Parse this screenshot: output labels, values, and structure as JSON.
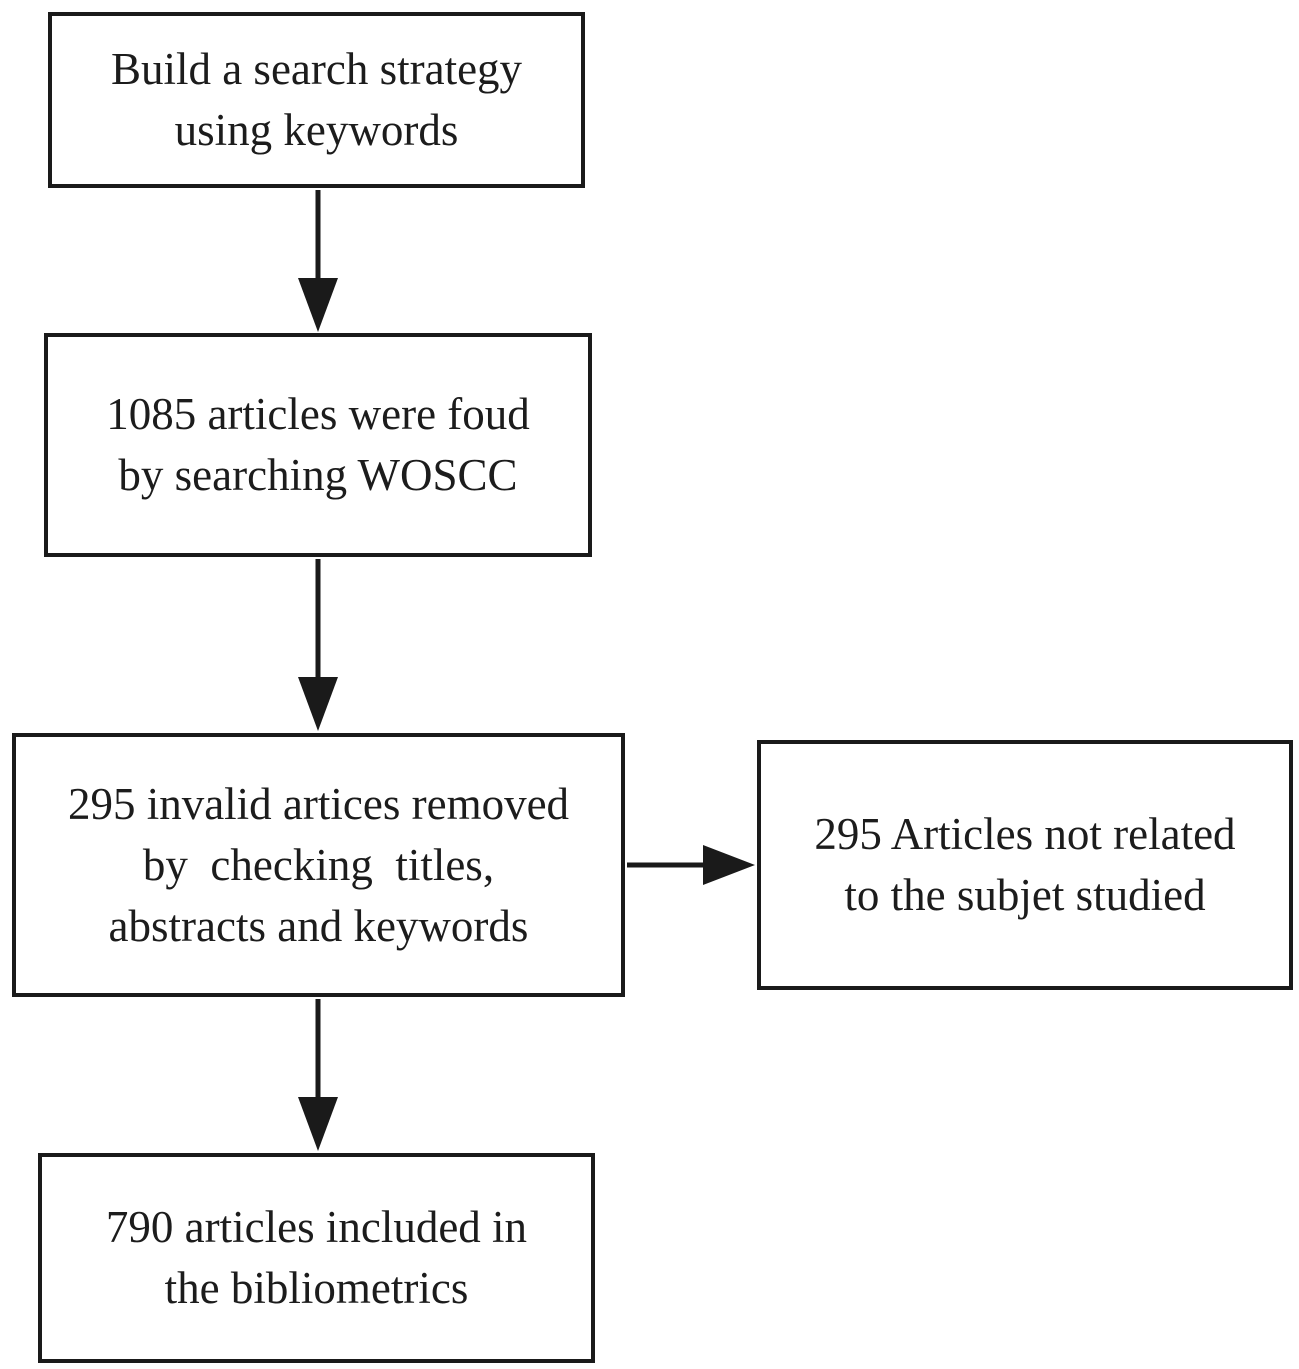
{
  "diagram": {
    "type": "flowchart",
    "background_color": "#ffffff",
    "line_color": "#1a1a1a",
    "text_color": "#1c1c1c",
    "boxes": [
      {
        "id": "build-strategy",
        "lines": [
          "Build a search strategy",
          "using keywords"
        ]
      },
      {
        "id": "articles-found",
        "lines": [
          "1085 articles were foud",
          "by searching WOSCC"
        ]
      },
      {
        "id": "invalid-removed",
        "lines": [
          "295 invalid artices removed",
          "by  checking  titles,",
          "abstracts and keywords"
        ]
      },
      {
        "id": "not-related",
        "lines": [
          "295 Articles not related",
          "to the subjet studied"
        ]
      },
      {
        "id": "included",
        "lines": [
          "790 articles included in",
          "the bibliometrics"
        ]
      }
    ],
    "arrows": [
      {
        "id": "build-to-found",
        "from": "build-strategy",
        "to": "articles-found",
        "direction": "down"
      },
      {
        "id": "found-to-invalid",
        "from": "articles-found",
        "to": "invalid-removed",
        "direction": "down"
      },
      {
        "id": "invalid-to-unrelated",
        "from": "invalid-removed",
        "to": "not-related",
        "direction": "right"
      },
      {
        "id": "invalid-to-included",
        "from": "invalid-removed",
        "to": "included",
        "direction": "down"
      }
    ]
  }
}
